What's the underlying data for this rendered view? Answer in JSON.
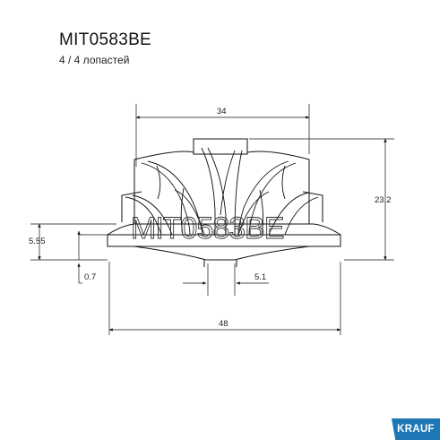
{
  "header": {
    "part_number": "MIT0583BE",
    "blade_info": "4 / 4 лопастей"
  },
  "dimensions": {
    "top_width": "34",
    "total_height": "23.2",
    "hub_step": "5.55",
    "base_offset": "0.7",
    "bore": "5.1",
    "max_diameter": "48"
  },
  "watermark": "MIT0583BE",
  "brand": {
    "name": "KRAUF",
    "color": "#1d77b5"
  }
}
